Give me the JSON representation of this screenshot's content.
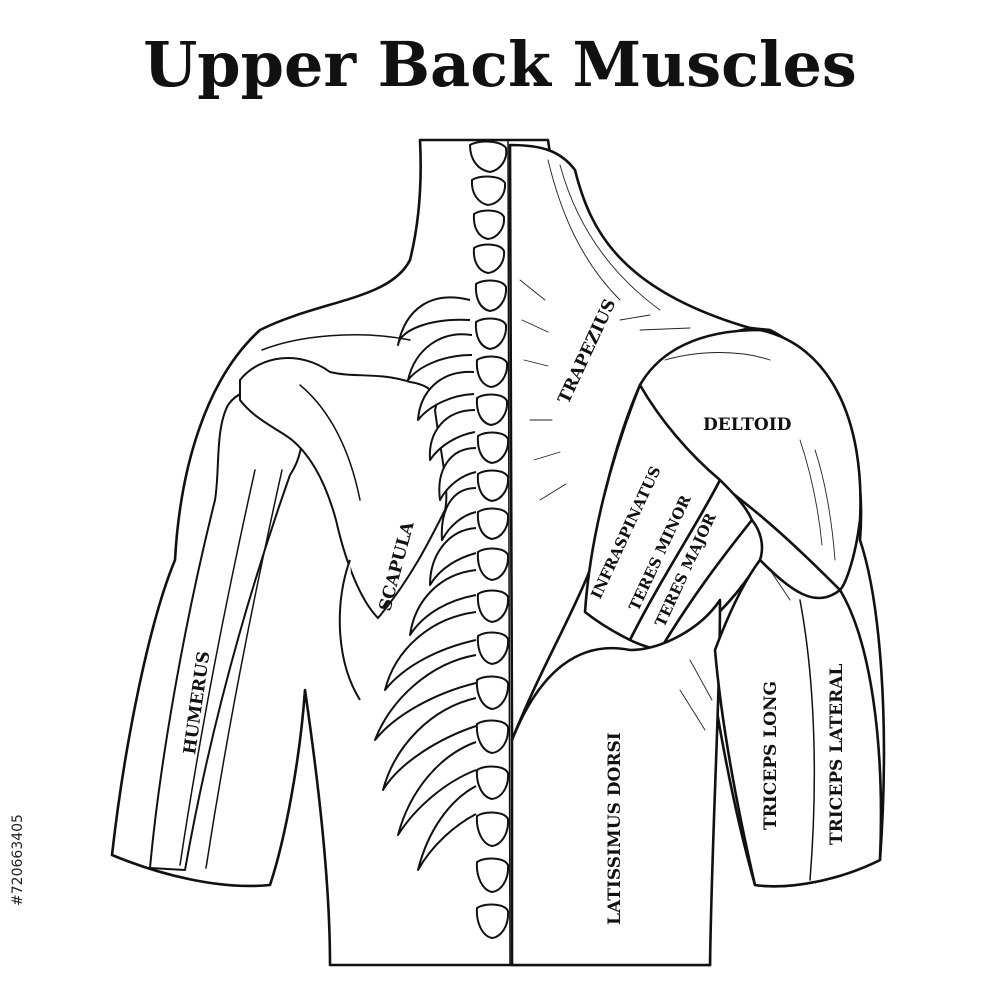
{
  "title": "Upper Back Muscles",
  "stock_id": "#720663405",
  "labels": {
    "trapezius": "TRAPEZIUS",
    "deltoid": "DELTOID",
    "infraspinatus": "INFRASPINATUS",
    "teres_minor": "TERES MINOR",
    "teres_major": "TERES MAJOR",
    "scapula": "SCAPULA",
    "humerus": "HUMERUS",
    "latissimus_dorsi": "LATISSIMUS DORSI",
    "triceps_long": "TRICEPS LONG",
    "triceps_lateral": "TRICEPS LATERAL"
  }
}
